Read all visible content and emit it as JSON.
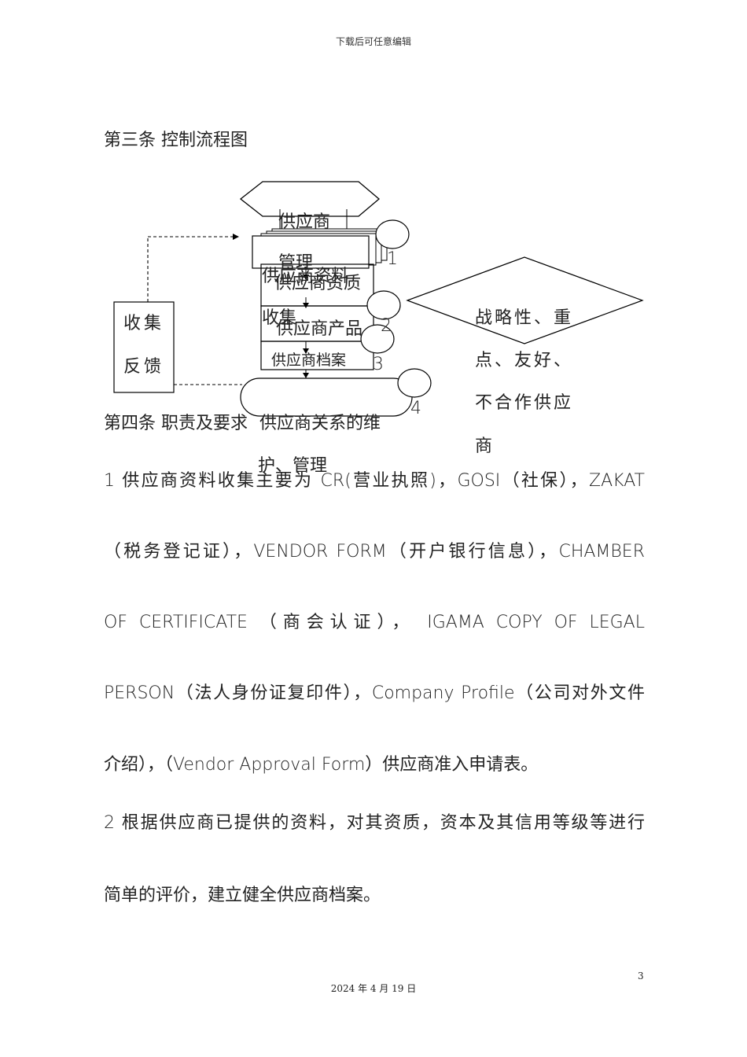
{
  "header": {
    "note": "下载后可任意编辑"
  },
  "section3": {
    "title": "第三条  控制流程图"
  },
  "flowchart": {
    "top_label_1": "供应商",
    "top_label_2": "管理",
    "box_info": "供应商资料",
    "box_info_2": "收集",
    "box_qual": "供应商资质",
    "box_product": "供应商产品",
    "box_archive": "供应商档案",
    "feedback_1": "收集",
    "feedback_2": "反馈",
    "num_1": "1",
    "num_2": "2",
    "num_3": "3",
    "num_4": "4",
    "maint_text": "供应商关系的维",
    "maint_text_2": "护、管理",
    "diamond_1": "战略性、重",
    "diamond_2": "点、友好、",
    "diamond_3": "不合作供应",
    "diamond_4": "商"
  },
  "section4": {
    "title": "第四条  职责及要求"
  },
  "paragraphs": {
    "p1_l1": "1  供应商资料收集主要为 CR(营业执照)，GOSI（社保），ZAKAT",
    "p1_l2": "（税务登记证），VENDOR FORM（开户银行信息），CHAMBER",
    "p1_l3": "OF  CERTIFICATE （商会认证）， IGAMA  COPY  OF  LEGAL",
    "p1_l4": "PERSON（法人身份证复印件），Company Profile（公司对外文件",
    "p1_l5": "介绍），（Vendor Approval Form）供应商准入申请表。",
    "p2_l1": "2 根据供应商已提供的资料，对其资质，资本及其信用等级等进行",
    "p2_l2": "简单的评价，建立健全供应商档案。"
  },
  "page_number": "3",
  "footer": {
    "date": "2024 年 4 月 19 日"
  }
}
